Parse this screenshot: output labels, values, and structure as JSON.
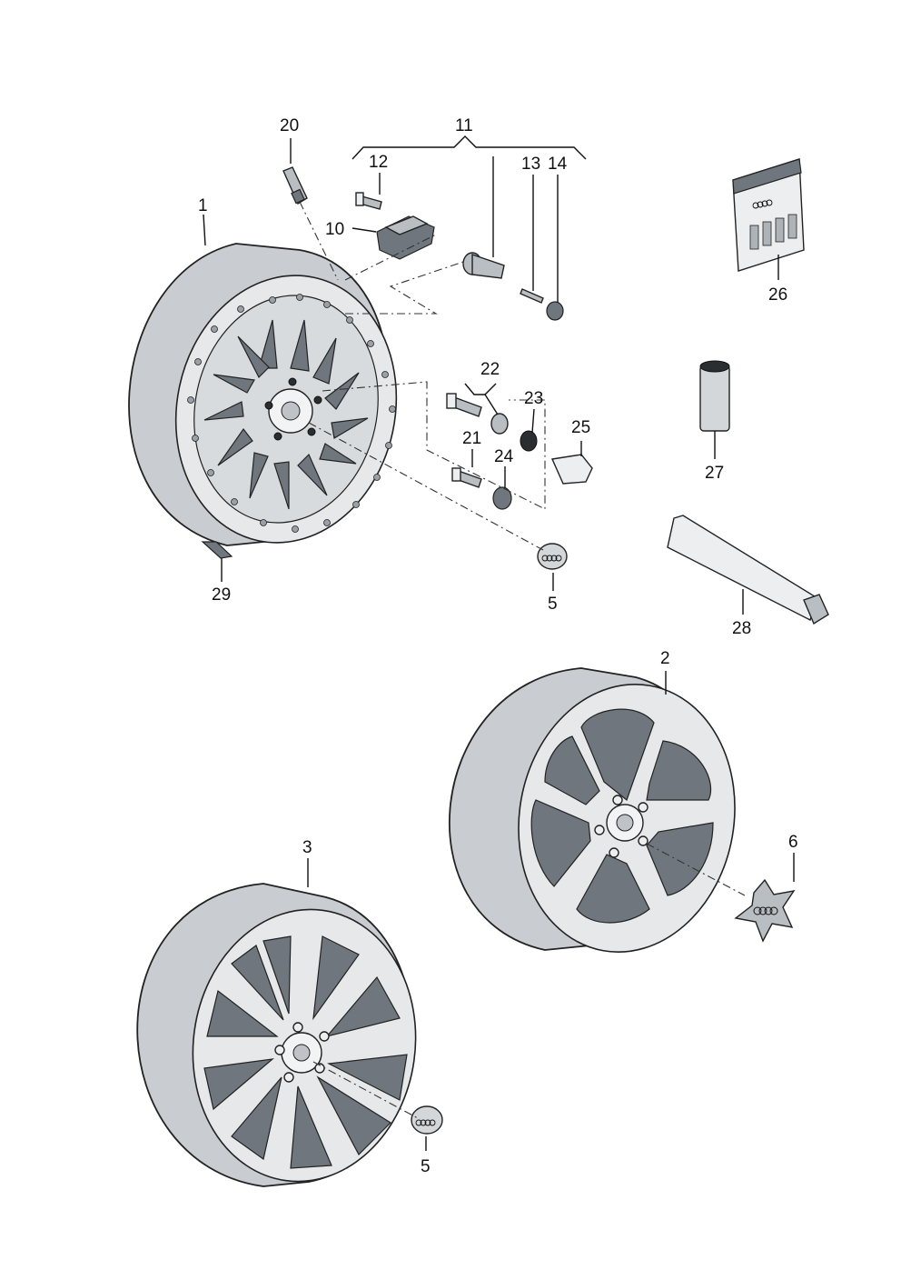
{
  "callouts": [
    {
      "id": "c1",
      "text": "1"
    },
    {
      "id": "c2",
      "text": "2"
    },
    {
      "id": "c3",
      "text": "3"
    },
    {
      "id": "c5a",
      "text": "5"
    },
    {
      "id": "c5b",
      "text": "5"
    },
    {
      "id": "c6",
      "text": "6"
    },
    {
      "id": "c10",
      "text": "10"
    },
    {
      "id": "c11",
      "text": "11"
    },
    {
      "id": "c12",
      "text": "12"
    },
    {
      "id": "c13",
      "text": "13"
    },
    {
      "id": "c14",
      "text": "14"
    },
    {
      "id": "c20",
      "text": "20"
    },
    {
      "id": "c21",
      "text": "21"
    },
    {
      "id": "c22",
      "text": "22"
    },
    {
      "id": "c23",
      "text": "23"
    },
    {
      "id": "c24",
      "text": "24"
    },
    {
      "id": "c25",
      "text": "25"
    },
    {
      "id": "c26",
      "text": "26"
    },
    {
      "id": "c27",
      "text": "27"
    },
    {
      "id": "c28",
      "text": "28"
    },
    {
      "id": "c29",
      "text": "29"
    }
  ],
  "colors": {
    "line": "#111111",
    "rim": "#c9cdd1",
    "face": "#e6e8ea",
    "spoke_gap": "#6f767d"
  }
}
